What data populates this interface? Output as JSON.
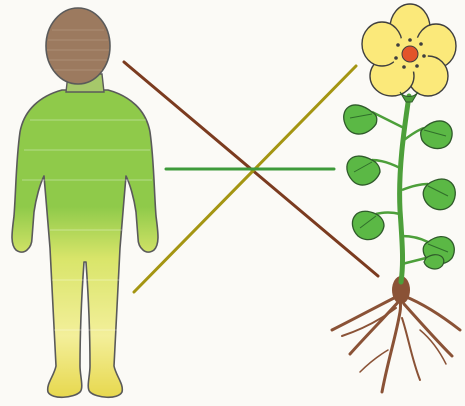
{
  "illustration": {
    "subjects": [
      "human-figure",
      "flowering-plant"
    ],
    "human_colors": {
      "head": "#9c7a5f",
      "torso": "#8fca4a",
      "waist": "#d9e56a",
      "legs": "#f3ef9a",
      "feet": "#e7d84e",
      "outline": "#5a5a5a"
    },
    "plant_colors": {
      "petals": "#fbe97a",
      "petal_outline": "#3f3f3f",
      "flower_center": "#e3542a",
      "leaves": "#5bb845",
      "leaf_veins": "#2f6e2a",
      "stem": "#4d9f3a",
      "roots": "#8a5236"
    },
    "connector_lines": [
      {
        "name": "brown-line",
        "color": "#7b3b1f"
      },
      {
        "name": "olive-line",
        "color": "#a49512"
      },
      {
        "name": "green-line",
        "color": "#3e9a3a"
      }
    ]
  }
}
